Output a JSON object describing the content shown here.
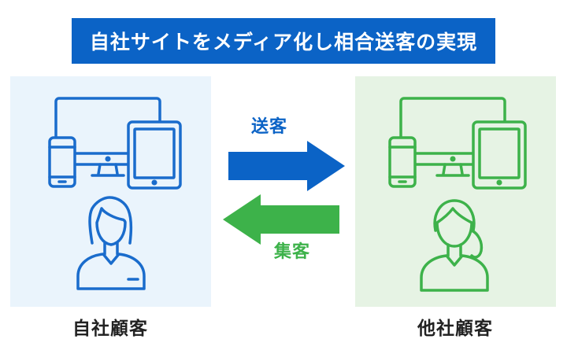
{
  "title": "自社サイトをメディア化し相合送客の実現",
  "left_panel": {
    "caption": "自社顧客",
    "accent": "#1a6ccc",
    "background": "#eaf4fc"
  },
  "right_panel": {
    "caption": "他社顧客",
    "accent": "#3db24a",
    "background": "#e6f3e4"
  },
  "arrows": {
    "send_label": "送客",
    "send_color": "#0b63c6",
    "collect_label": "集客",
    "collect_color": "#3db24a"
  },
  "icons": [
    "devices-icon",
    "woman-short-hair-icon",
    "woman-ponytail-icon",
    "arrow-right-icon",
    "arrow-left-icon"
  ]
}
